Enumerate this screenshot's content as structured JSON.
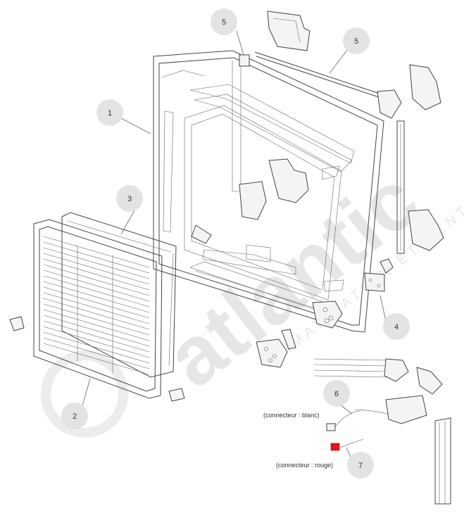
{
  "watermark": {
    "brand": "atlantic",
    "tagline": "CLIMATISATION ET VENTILATION"
  },
  "callouts": [
    {
      "id": "1",
      "label": "1"
    },
    {
      "id": "2",
      "label": "2"
    },
    {
      "id": "3",
      "label": "3"
    },
    {
      "id": "4",
      "label": "4"
    },
    {
      "id": "5a",
      "label": "5"
    },
    {
      "id": "5b",
      "label": "5"
    },
    {
      "id": "6",
      "label": "6"
    },
    {
      "id": "7",
      "label": "7"
    }
  ],
  "captions": {
    "white_connector": "(connecteur : blanc)",
    "red_connector": "(connecteur : rouge)"
  },
  "colors": {
    "callout_bubble": "#e3e3e3",
    "red_connector": "#e8141b",
    "line": "#444444"
  }
}
